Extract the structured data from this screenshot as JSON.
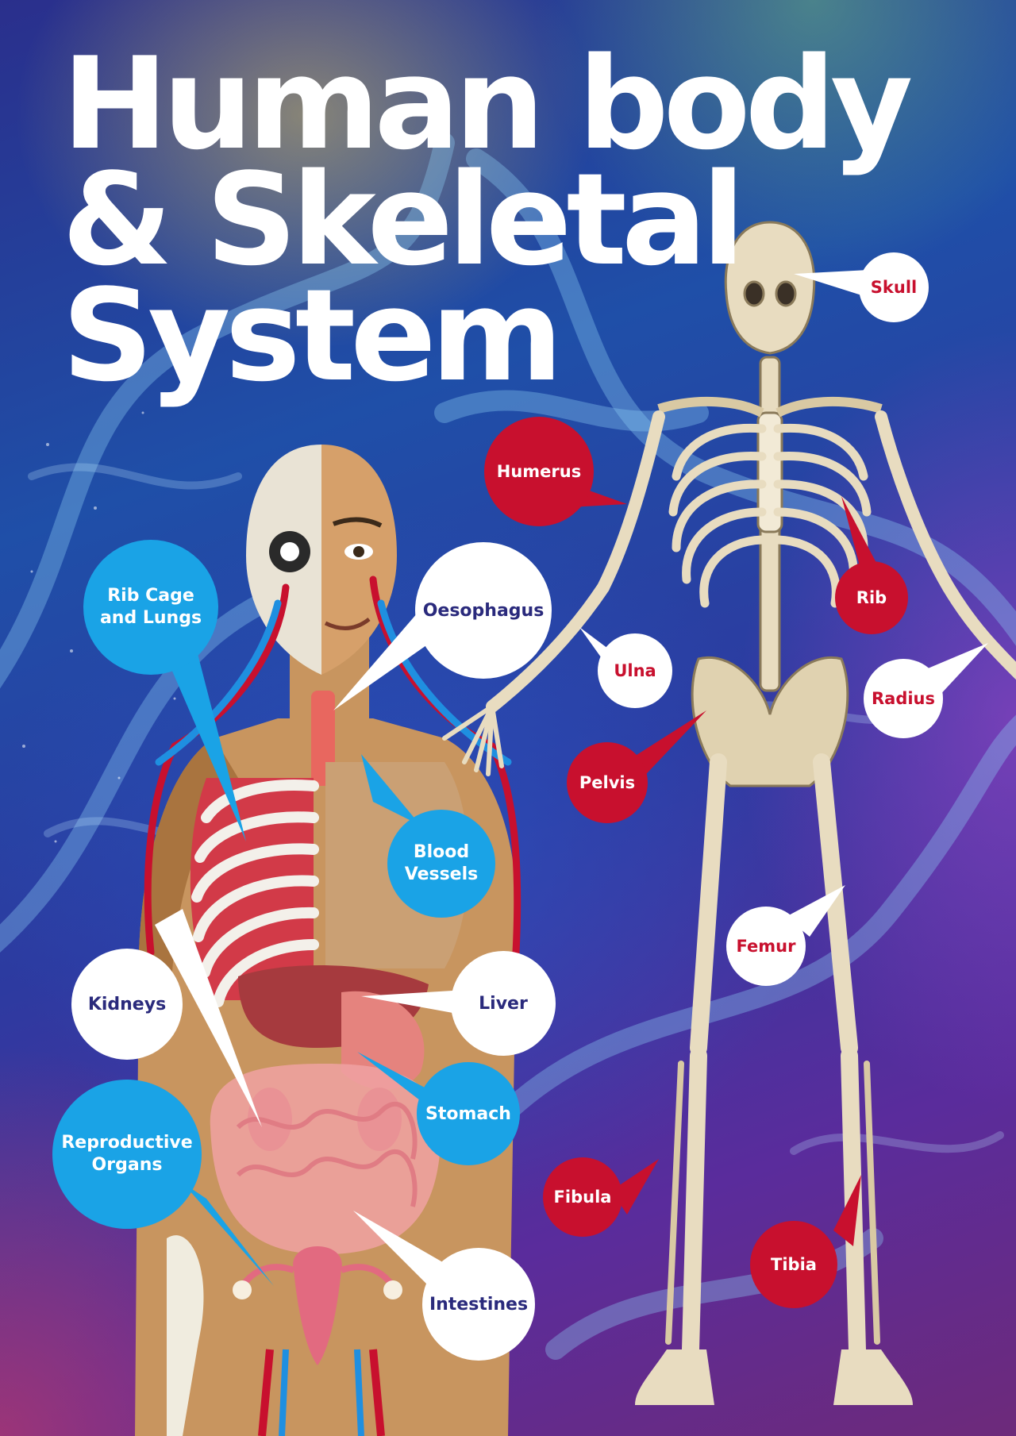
{
  "title": {
    "line1": "Human body",
    "line2": "& Skeletal",
    "line3": "System"
  },
  "colors": {
    "blue_label": "#1aa3e6",
    "white_label": "#ffffff",
    "navy_text": "#2a2a7c",
    "red_label": "#c8102e",
    "bone": "#e8dcc0",
    "skin": "#c8955f"
  },
  "body_labels": {
    "rib_cage_lungs": {
      "line1": "Rib Cage",
      "line2": "and Lungs"
    },
    "oesophagus": "Oesophagus",
    "blood_vessels": {
      "line1": "Blood",
      "line2": "Vessels"
    },
    "kidneys": "Kidneys",
    "liver": "Liver",
    "stomach": "Stomach",
    "reproductive_organs": {
      "line1": "Reproductive",
      "line2": "Organs"
    },
    "intestines": "Intestines"
  },
  "skeleton_labels": {
    "skull": "Skull",
    "humerus": "Humerus",
    "rib": "Rib",
    "ulna": "Ulna",
    "radius": "Radius",
    "pelvis": "Pelvis",
    "femur": "Femur",
    "fibula": "Fibula",
    "tibia": "Tibia"
  }
}
